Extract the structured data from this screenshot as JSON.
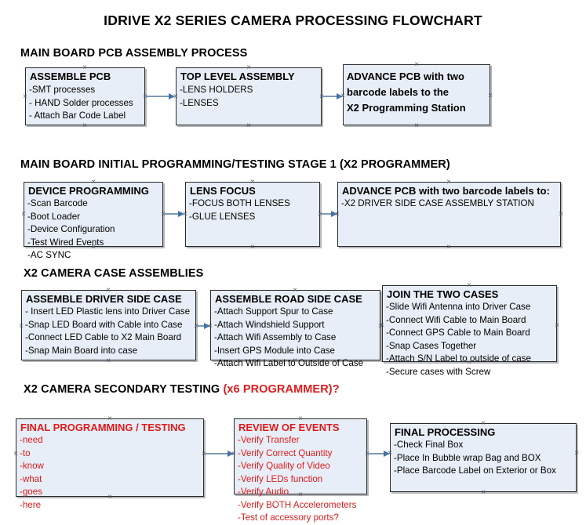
{
  "document": {
    "title": "IDRIVE X2  SERIES CAMERA PROCESSING FLOWCHART"
  },
  "sections": [
    {
      "heading": "MAIN BOARD PCB ASSEMBLY PROCESS",
      "heading_red": "",
      "boxes": [
        {
          "title": "ASSEMBLE PCB",
          "lines": [
            "-SMT processes",
            "- HAND Solder processes",
            "- Attach Bar Code Label"
          ]
        },
        {
          "title": "TOP LEVEL ASSEMBLY",
          "lines": [
            "-LENS HOLDERS",
            "-LENSES"
          ]
        },
        {
          "title": "",
          "lines": [
            "ADVANCE PCB with two",
            "barcode labels to the",
            " X2 Programming Station"
          ]
        }
      ]
    },
    {
      "heading": "MAIN BOARD INITIAL PROGRAMMING/TESTING STAGE 1 (X2 PROGRAMMER)",
      "heading_red": "",
      "boxes": [
        {
          "title": "DEVICE PROGRAMMING",
          "lines": [
            "-Scan Barcode",
            "-Boot Loader",
            "-Device Configuration",
            "-Test Wired Events",
            "-AC SYNC"
          ]
        },
        {
          "title": "LENS FOCUS",
          "lines": [
            "-FOCUS BOTH LENSES",
            "-GLUE LENSES"
          ]
        },
        {
          "title": "ADVANCE PCB with two barcode labels to:",
          "lines": [
            "-X2 DRIVER  SIDE  CASE  ASSEMBLY STATION"
          ]
        }
      ]
    },
    {
      "heading": "X2 CAMERA CASE ASSEMBLIES",
      "heading_red": "",
      "boxes": [
        {
          "title": "ASSEMBLE DRIVER SIDE CASE",
          "lines": [
            "- Insert LED Plastic lens into Driver Case",
            "-Snap LED Board with Cable into Case",
            "-Connect LED Cable to X2 Main Board",
            "-Snap Main Board into case"
          ]
        },
        {
          "title": "ASSEMBLE ROAD SIDE CASE",
          "lines": [
            "-Attach Support Spur to Case",
            "-Attach Windshield Support",
            "-Attach Wifi Assembly to Case",
            "-Insert GPS Module into Case",
            "-Attach Wifi Label to Outside of Case"
          ]
        },
        {
          "title": "JOIN THE TWO CASES",
          "lines": [
            "-Slide Wifi Antenna into Driver Case",
            "-Connect Wifi Cable to Main Board",
            "-Connect GPS Cable to Main Board",
            "-Snap Cases Together",
            "-Attach S/N Label to outside of case",
            "-Secure cases with Screw"
          ]
        }
      ]
    },
    {
      "heading": "X2 CAMERA SECONDARY TESTING ",
      "heading_red": "(x6 PROGRAMMER)?",
      "boxes": [
        {
          "title": "FINAL PROGRAMMING / TESTING",
          "lines": [
            "-need",
            "-to",
            "-know",
            "-what",
            "-goes",
            "-here"
          ]
        },
        {
          "title": "REVIEW OF EVENTS",
          "lines": [
            "-Verify Transfer",
            "-Verify Correct Quantity",
            "-Verify Quality of Video",
            "-Verify LEDs function",
            "-Verify Audio",
            "-Verify BOTH Accelerometers",
            "-Test of accessory ports?"
          ]
        },
        {
          "title": "FINAL PROCESSING",
          "lines": [
            " -Check Final Box",
            "-Place In Bubble wrap Bag and BOX",
            "-Place Barcode Label on Exterior or Box"
          ]
        }
      ]
    }
  ],
  "colors": {
    "box_fill": "#e8eef7",
    "box_border": "#2a2a2a",
    "arrow": "#7e9ab5",
    "red_text": "#e01b1b"
  }
}
